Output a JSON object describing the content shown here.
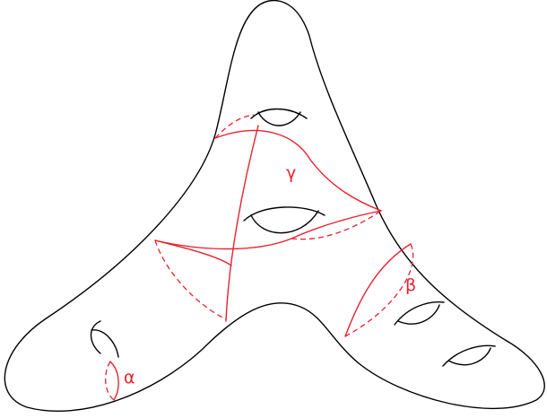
{
  "diagram": {
    "colors": {
      "surface": "#000000",
      "curves": "#e8212e"
    },
    "labels": {
      "alpha": "α",
      "beta": "β",
      "gamma": "γ"
    }
  }
}
